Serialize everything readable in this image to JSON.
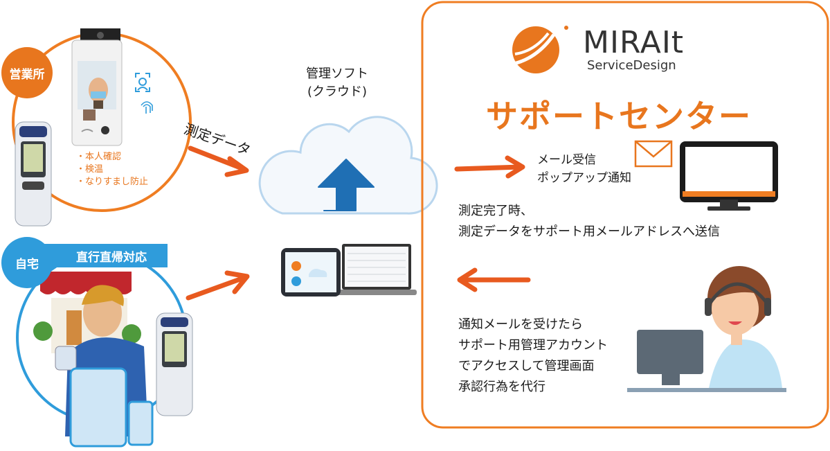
{
  "colors": {
    "orange": "#e8761e",
    "blue": "#2f9cdb",
    "arrow": "#e85a1f",
    "cloud_arrow": "#1f6fb4",
    "badge_orange": "#e8761e",
    "badge_blue": "#2f9cdb"
  },
  "office": {
    "badge": "営業所",
    "bullets": [
      "・本人確認",
      "・検温",
      "・なりすまし防止"
    ]
  },
  "home": {
    "badge": "自宅",
    "banner": "直行直帰対応"
  },
  "flow": {
    "data_label": "測定データ"
  },
  "cloud": {
    "label_line1": "管理ソフト",
    "label_line2": "(クラウド)"
  },
  "support": {
    "logo_word": "MIRAIt",
    "logo_sub": "ServiceDesign",
    "title": "サポートセンター",
    "mail_line1": "メール受信",
    "mail_line2": "ポップアップ通知",
    "send_line1": "測定完了時、",
    "send_line2": "測定データをサポート用メールアドレスへ送信",
    "proxy_line1": "通知メールを受けたら",
    "proxy_line2": "サポート用管理アカウント",
    "proxy_line3": "でアクセスして管理画面",
    "proxy_line4": "承認行為を代行"
  },
  "icons": [
    "face-recognition-icon",
    "fingerprint-icon",
    "mail-icon",
    "cloud-upload-icon"
  ]
}
